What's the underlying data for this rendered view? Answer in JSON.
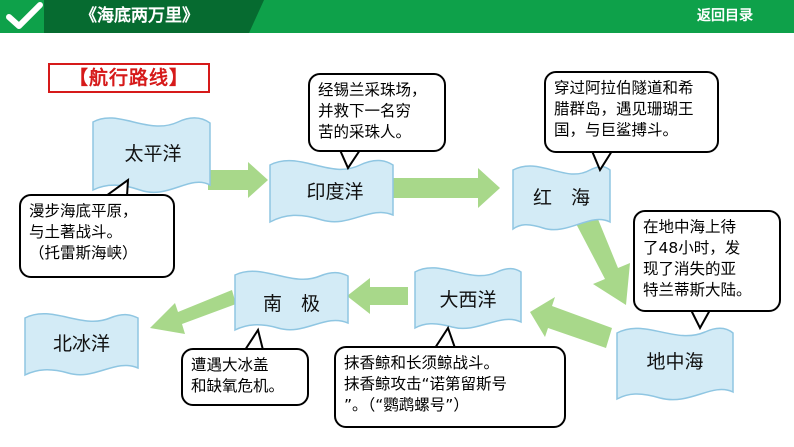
{
  "header": {
    "title": "《海底两万里》",
    "back_button": "返回目录",
    "color": "#0ea14a"
  },
  "section_label": "【航行路线】",
  "route": {
    "pacific": "太平洋",
    "indian": "印度洋",
    "red_sea": "红　海",
    "mediterranean": "地中海",
    "atlantic": "大西洋",
    "south_pole": "南　极",
    "arctic": "北冰洋"
  },
  "notes": {
    "pacific": [
      "漫步海底平原，",
      "与土著战斗。",
      "（托雷斯海峡）"
    ],
    "indian": [
      "经锡兰采珠场，",
      "并救下一名穷",
      "苦的采珠人。"
    ],
    "red_sea": [
      "穿过阿拉伯隧道和希",
      "腊群岛，遇见珊瑚王",
      "国，与巨鲨搏斗。"
    ],
    "mediterranean": [
      "在地中海上待",
      "了48小时，发",
      "现了消失的亚",
      "特兰蒂斯大陆。"
    ],
    "atlantic": [
      "抹香鲸和长须鲸战斗。",
      "抹香鲸攻击“诺第留斯号",
      "”。（“鹦鹉螺号”）"
    ],
    "south_pole": [
      "遭遇大冰盖",
      "和缺氧危机。"
    ]
  },
  "colors": {
    "flag_fill": "#d3ebf6",
    "flag_stroke": "#8fc6e2",
    "arrow": "#a8d88a",
    "accent_red": "#d61a1a"
  }
}
